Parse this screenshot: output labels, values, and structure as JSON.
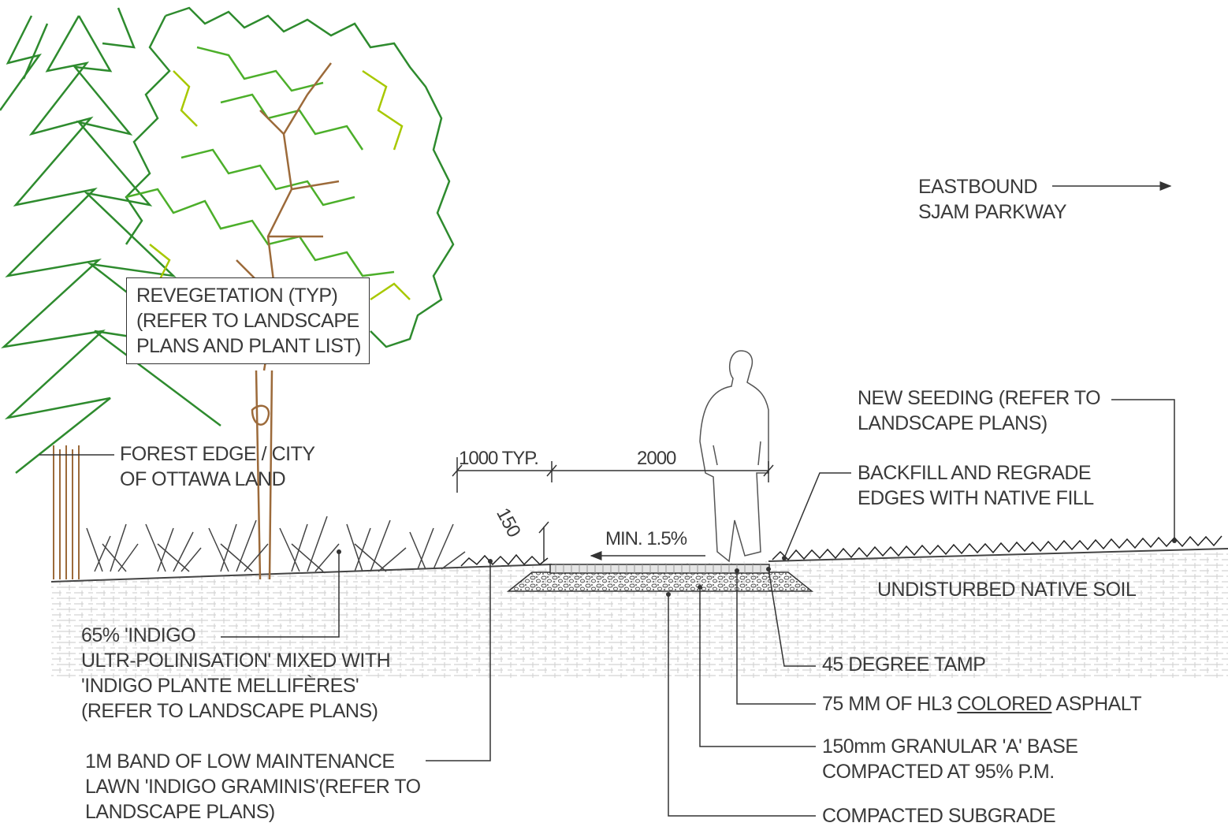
{
  "labels": {
    "eastbound": [
      "EASTBOUND",
      "SJAM PARKWAY"
    ],
    "revegetation": [
      "REVEGETATION (TYP)",
      "(REFER TO LANDSCAPE",
      "PLANS AND PLANT LIST)"
    ],
    "forest_edge": [
      "FOREST EDGE / CITY",
      "OF OTTAWA LAND"
    ],
    "new_seeding": [
      "NEW SEEDING (REFER TO",
      "LANDSCAPE PLANS)"
    ],
    "backfill": [
      "BACKFILL AND REGRADE",
      "EDGES WITH NATIVE FILL"
    ],
    "undisturbed_soil": "UNDISTURBED NATIVE SOIL",
    "indigo_mix": [
      "65% 'INDIGO",
      "ULTR-POLINISATION' MIXED WITH",
      "'INDIGO PLANTE MELLIFÈRES'",
      "(REFER TO LANDSCAPE PLANS)"
    ],
    "lawn_band": [
      "1M BAND OF LOW MAINTENANCE",
      "LAWN 'INDIGO GRAMINIS'(REFER TO",
      "LANDSCAPE PLANS)"
    ],
    "tamp": "45 DEGREE TAMP",
    "asphalt_pre": "75 MM OF HL3",
    "asphalt_underlined": "COLORED",
    "asphalt_post": "ASPHALT",
    "granular": [
      "150mm GRANULAR 'A' BASE",
      "COMPACTED AT 95% P.M."
    ],
    "subgrade": "COMPACTED SUBGRADE"
  },
  "dimensions": {
    "shoulder": "1000 TYP.",
    "path_width": "2000",
    "depth": "150",
    "slope": "MIN. 1.5%"
  },
  "colors": {
    "tree_dark": "#2e8b2e",
    "tree_green": "#4caf2a",
    "tree_yellow": "#a8c800",
    "trunk": "#9c6a3a",
    "line": "#333333",
    "soil": "#cfcfcf"
  }
}
